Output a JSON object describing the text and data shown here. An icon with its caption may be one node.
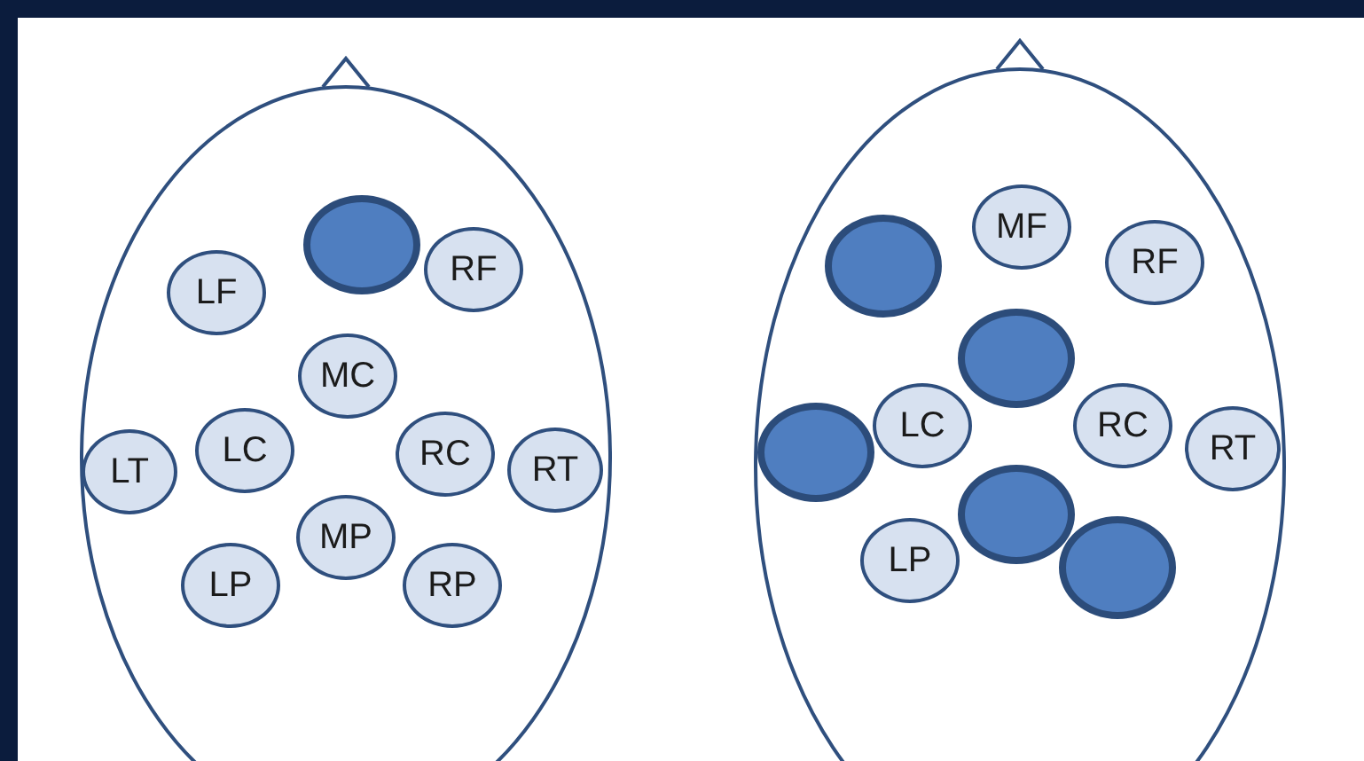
{
  "diagram": {
    "nodes": [
      {
        "text": [],
        "shape": "ellipse"
      },
      {
        "text": [],
        "shape": "circle",
        "in": 0
      },
      {
        "text": [
          "LF"
        ],
        "in": 0
      },
      {
        "text": [
          "RF"
        ],
        "in": 0
      },
      {
        "text": [
          "MC"
        ],
        "in": 0
      },
      {
        "text": [
          "LT"
        ],
        "in": 0
      },
      {
        "text": [
          "LC"
        ],
        "in": 0
      },
      {
        "text": [
          "RC"
        ],
        "in": 0
      },
      {
        "text": [
          "RT"
        ],
        "in": 0
      },
      {
        "text": [
          "MP"
        ],
        "in": 0
      },
      {
        "text": [
          "LP"
        ],
        "in": 0
      },
      {
        "text": [
          "RP"
        ],
        "in": 0
      },
      {
        "text": [],
        "shape": "ellipse"
      },
      {
        "text": [
          "MF"
        ],
        "in": 12
      },
      {
        "text": [],
        "shape": "circle",
        "in": 12
      },
      {
        "text": [
          "RF"
        ],
        "in": 12
      },
      {
        "text": [],
        "shape": "circle",
        "in": 12
      },
      {
        "text": [
          "LC"
        ],
        "in": 12
      },
      {
        "text": [
          "RC"
        ],
        "in": 12
      },
      {
        "text": [],
        "shape": "circle",
        "in": 12
      },
      {
        "text": [
          "RT"
        ],
        "in": 12
      },
      {
        "text": [],
        "shape": "circle",
        "in": 12
      },
      {
        "text": [
          "LP"
        ],
        "in": 12
      },
      {
        "text": [],
        "shape": "circle",
        "in": 12
      }
    ],
    "edges": []
  }
}
